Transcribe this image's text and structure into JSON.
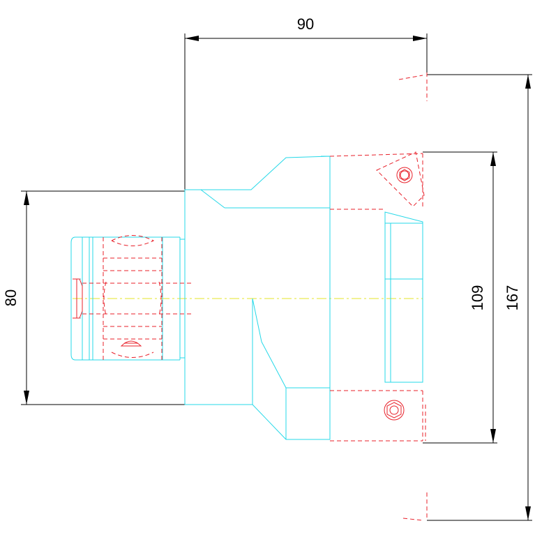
{
  "dimensions": {
    "length": "90",
    "shank_diameter": "80",
    "cutting_diameter": "109",
    "overall_diameter": "167"
  },
  "colors": {
    "outline": "#25d8e8",
    "hidden": "#e8202a",
    "centerline": "#e6e62a",
    "dimension": "#000000"
  }
}
